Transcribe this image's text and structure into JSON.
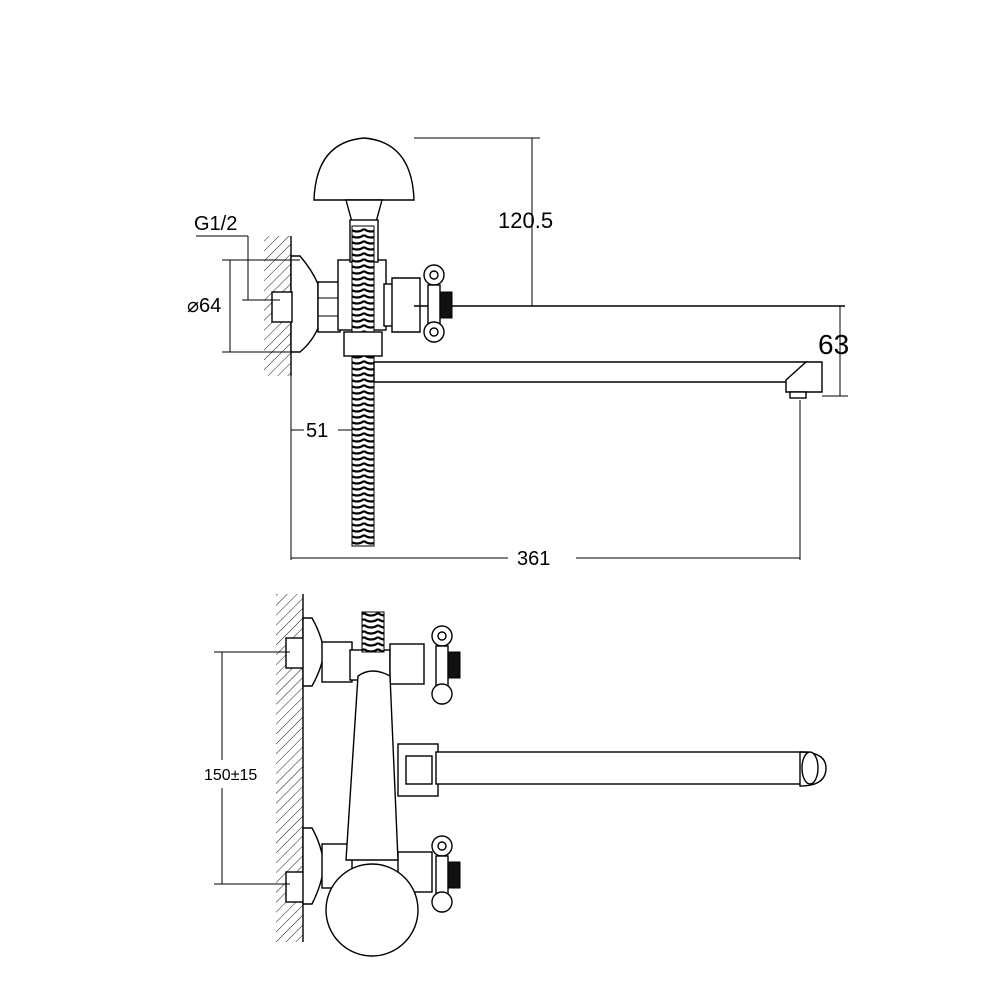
{
  "dimensions": {
    "thread": "G1/2",
    "flange_diameter": "⌀64",
    "shower_height": "120.5",
    "spout_drop": "63",
    "wall_offset": "51",
    "spout_reach": "361",
    "inlet_spacing": "150±15"
  }
}
